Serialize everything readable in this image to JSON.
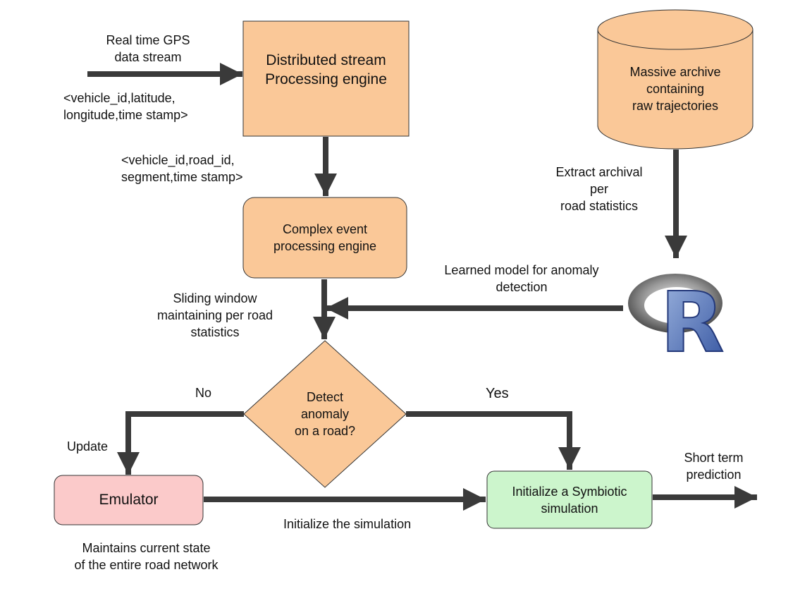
{
  "colors": {
    "process_fill": "#fac898",
    "emulator_fill": "#fbcaca",
    "simulation_fill": "#ccf5cc",
    "arrow": "#3a3a3a",
    "border": "#333333"
  },
  "nodes": {
    "stream_engine": {
      "text": "Distributed stream\nProcessing engine"
    },
    "archive": {
      "text": "Massive archive\ncontaining\nraw trajectories"
    },
    "cep_engine": {
      "text": "Complex event\nprocessing engine"
    },
    "decision": {
      "text": "Detect\nanomaly\non a road?"
    },
    "emulator": {
      "text": "Emulator"
    },
    "simulation": {
      "text": "Initialize a Symbiotic\nsimulation"
    },
    "r_logo": {
      "icon": "r-logo-icon"
    }
  },
  "labels": {
    "gps_input": "Real time GPS\ndata stream",
    "gps_tuple": "<vehicle_id,latitude,\n   longitude,time stamp>",
    "road_tuple": "<vehicle_id,road_id,\n   segment,time stamp>",
    "extract": "Extract archival\nper\nroad statistics",
    "learned_model": "Learned model for anomaly\ndetection",
    "sliding_window": "Sliding window\nmaintaining per road\nstatistics",
    "no": "No",
    "yes": "Yes",
    "update": "Update",
    "init_sim": "Initialize the simulation",
    "short_term": "Short term\nprediction",
    "maintains": "Maintains current state\nof the entire road network"
  }
}
